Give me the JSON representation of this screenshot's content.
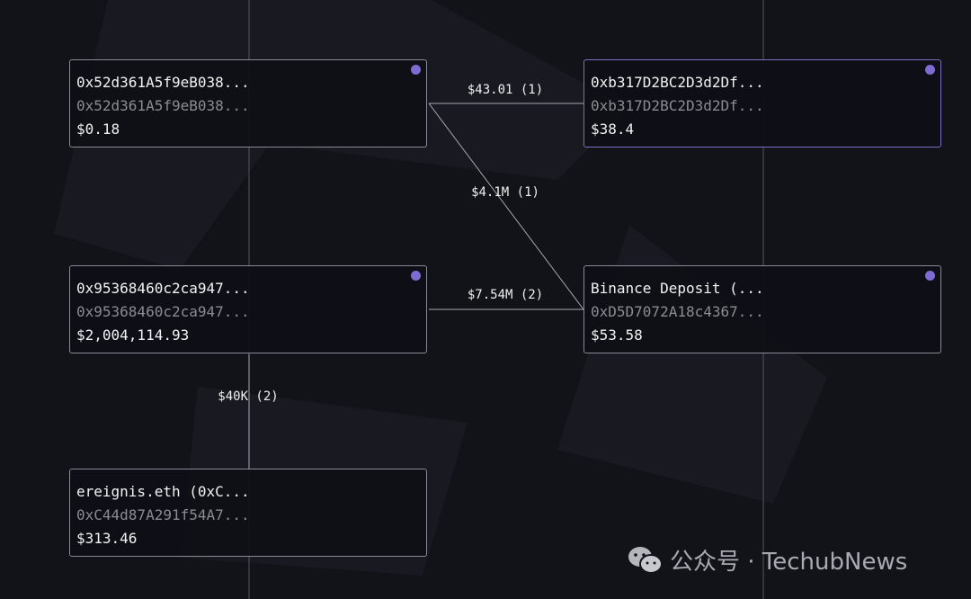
{
  "nodes": [
    {
      "title": "0x52d361A5f9eB038...",
      "address": "0x52d361A5f9eB038...",
      "balance": "$0.18"
    },
    {
      "title": "0xb317D2BC2D3d2Df...",
      "address": "0xb317D2BC2D3d2Df...",
      "balance": "$38.4"
    },
    {
      "title": "0x95368460c2ca947...",
      "address": "0x95368460c2ca947...",
      "balance": "$2,004,114.93"
    },
    {
      "title": "Binance Deposit (...",
      "address": "0xD5D7072A18c4367...",
      "balance": "$53.58"
    },
    {
      "title": "ereignis.eth (0xC...",
      "address": "0xC44d87A291f54A7...",
      "balance": "$313.46"
    }
  ],
  "edges": [
    {
      "label": "$43.01 (1)"
    },
    {
      "label": "$4.1M (1)"
    },
    {
      "label": "$7.54M (2)"
    },
    {
      "label": "$40K (2)"
    }
  ],
  "watermark": {
    "text": "公众号 · TechubNews",
    "icon": "wechat-icon"
  },
  "colors": {
    "accent": "#7e6bd3",
    "background": "#121219"
  }
}
